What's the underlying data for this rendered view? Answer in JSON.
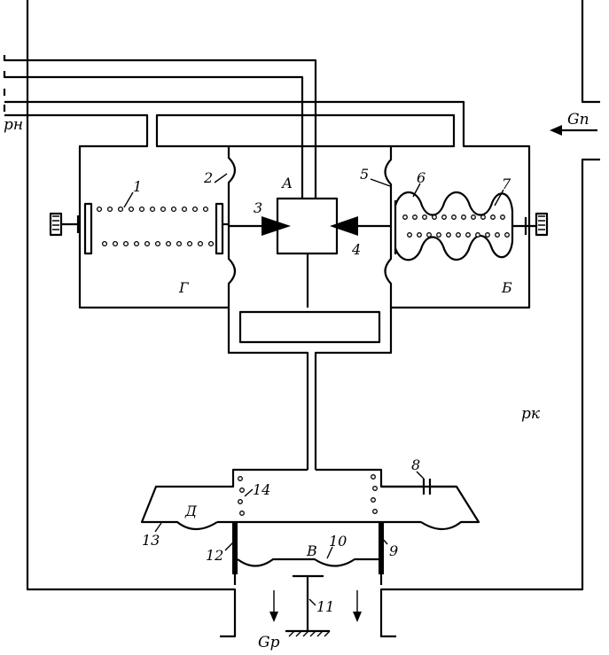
{
  "labels": {
    "pn": "pн",
    "gp_in": "Gп",
    "pk": "pк",
    "gp_out": "Gр",
    "chamber_a": "А",
    "chamber_b": "Б",
    "chamber_v": "В",
    "chamber_g": "Г",
    "chamber_d": "Д"
  },
  "callouts": [
    "1",
    "2",
    "3",
    "4",
    "5",
    "6",
    "7",
    "8",
    "9",
    "10",
    "11",
    "12",
    "13",
    "14"
  ]
}
